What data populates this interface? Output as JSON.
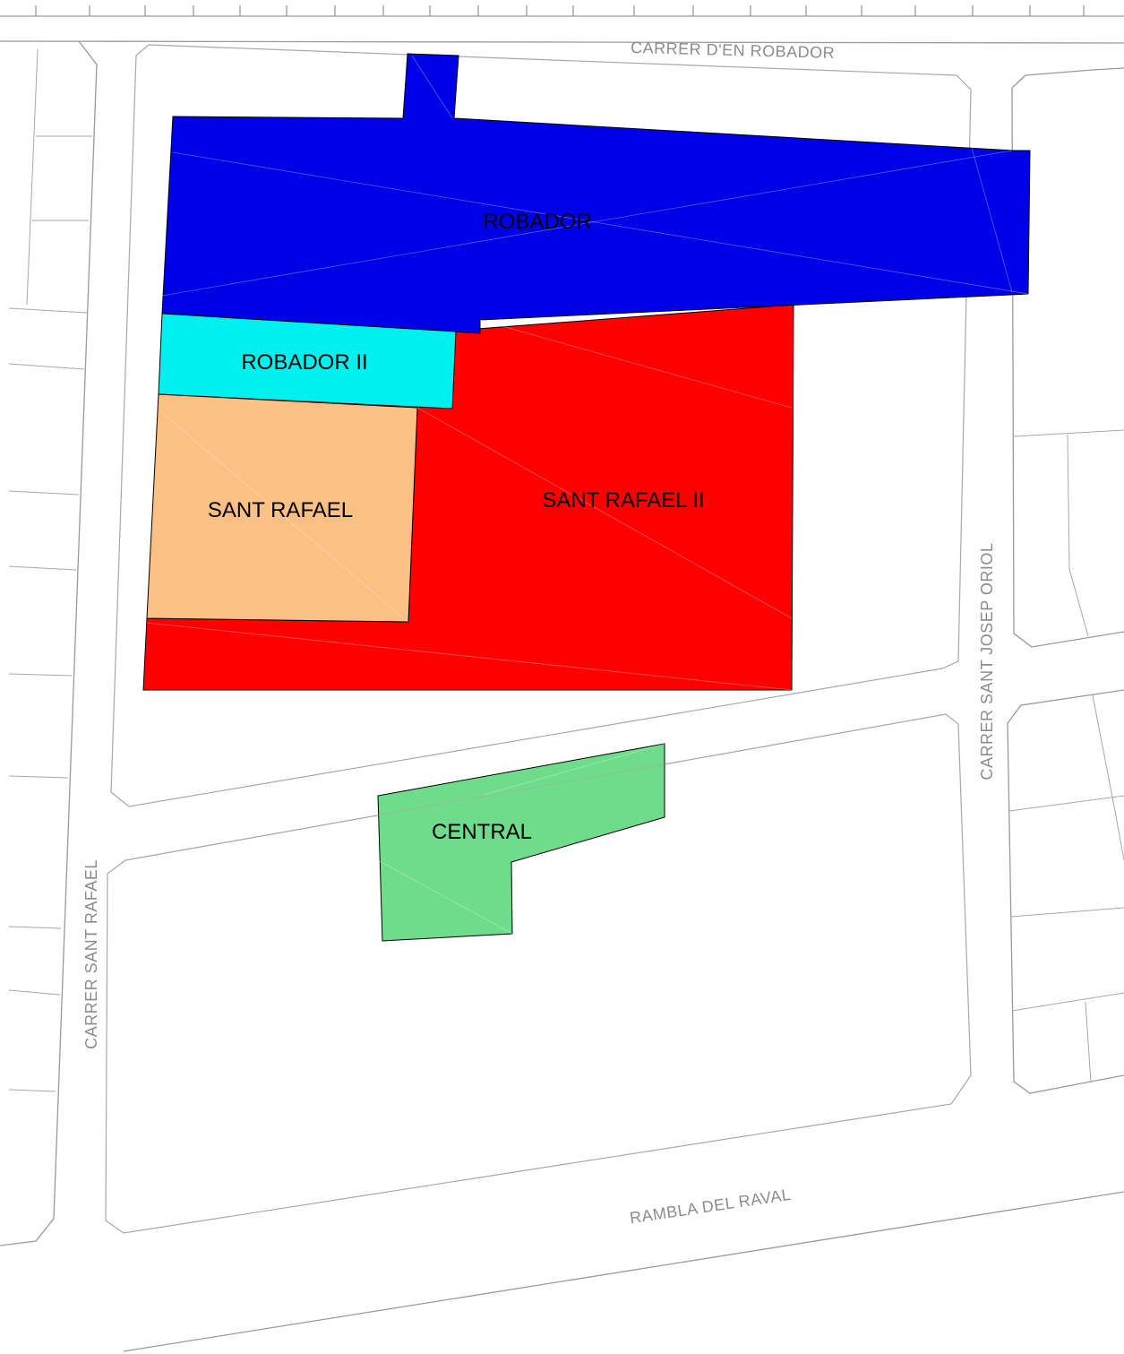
{
  "colors": {
    "robador": "#0000e6",
    "robador_ii": "#00f0f0",
    "sant_rafael": "#fcbf84",
    "sant_rafael_ii": "#ff0000",
    "central": "#6edc8a",
    "street_lines": "#9a9a9a",
    "street_text": "#8c8c8c"
  },
  "zones": {
    "robador": "ROBADOR",
    "robador_ii": "ROBADOR II",
    "sant_rafael": "SANT RAFAEL",
    "sant_rafael_ii": "SANT RAFAEL II",
    "central": "CENTRAL"
  },
  "streets": {
    "top": "CARRER D'EN ROBADOR",
    "right": "CARRER SANT JOSEP ORIOL",
    "left": "CARRER SANT RAFAEL",
    "bottom": "RAMBLA DEL RAVAL"
  }
}
